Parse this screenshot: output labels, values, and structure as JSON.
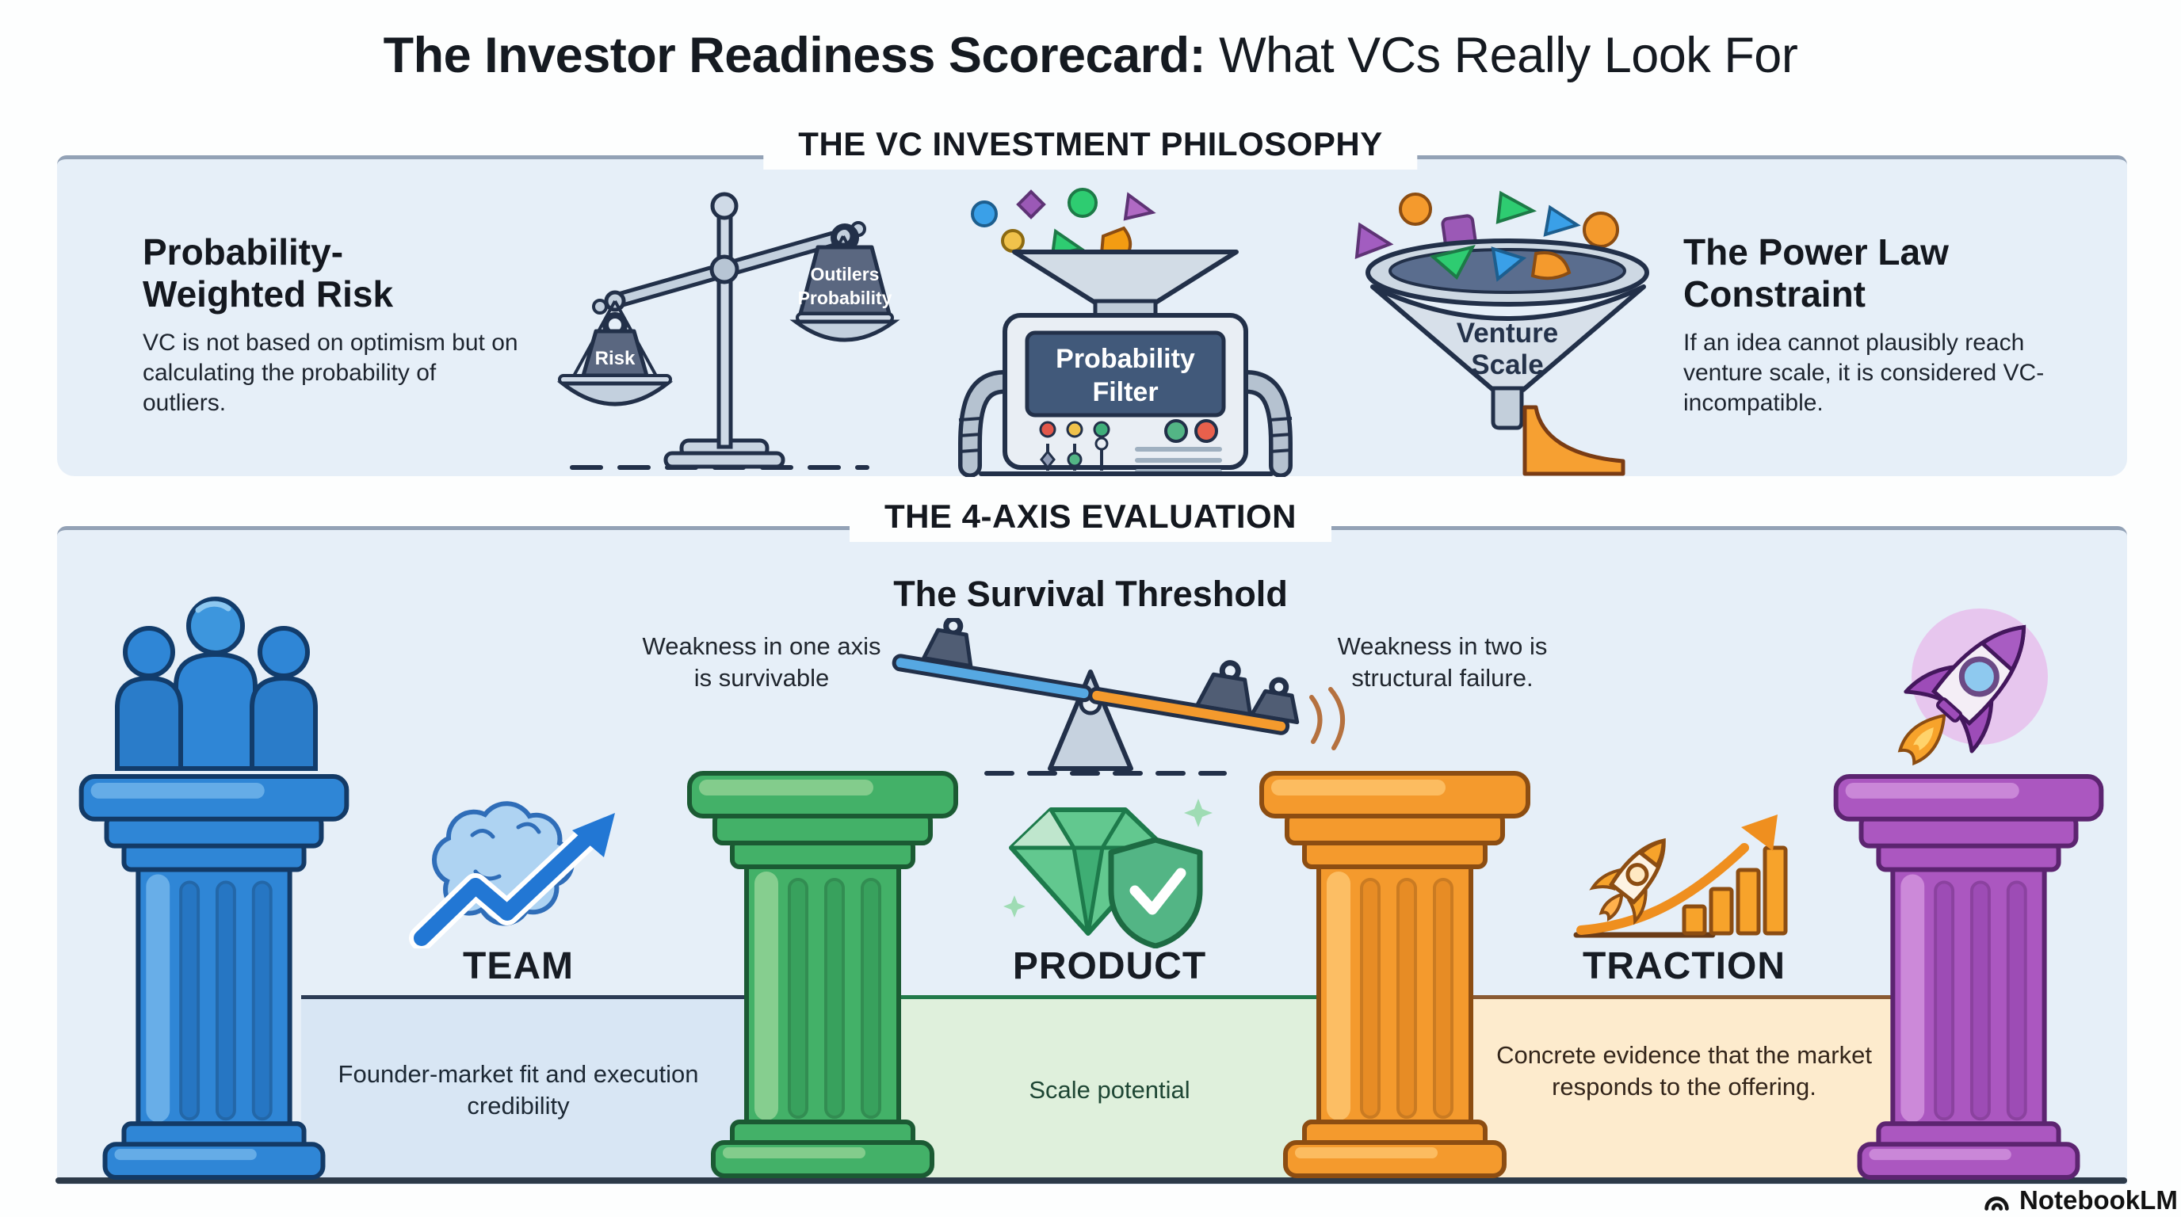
{
  "page": {
    "title_bold": "The Investor Readiness Scorecard:",
    "title_regular": " What VCs Really Look For"
  },
  "philosophy": {
    "header": "THE VC INVESTMENT PHILOSOPHY",
    "left": {
      "heading_line1": "Probability-",
      "heading_line2": "Weighted Risk",
      "body": "VC is not based on optimism but on calculating the probability of outliers."
    },
    "scale": {
      "left_weight": "Risk",
      "right_weight_line1": "Outilers",
      "right_weight_line2": "Probability"
    },
    "machine": {
      "label_line1": "Probability",
      "label_line2": "Filter"
    },
    "funnel": {
      "label_line1": "Venture",
      "label_line2": "Scale"
    },
    "right": {
      "heading_line1": "The Power Law",
      "heading_line2": "Constraint",
      "body": "If an idea cannot plausibly reach venture scale, it is considered VC-incompatible."
    }
  },
  "evaluation": {
    "header": "THE 4-AXIS EVALUATION",
    "subheader": "The Survival Threshold",
    "seesaw": {
      "left_note": "Weakness in one axis is survivable",
      "right_note": "Weakness in two is structural failure."
    },
    "axes": [
      {
        "label": "TEAM",
        "description": "Founder-market fit and execution credibility"
      },
      {
        "label": "PRODUCT",
        "description": "Scale potential"
      },
      {
        "label": "TRACTION",
        "description": "Concrete evidence that the market responds to the offering."
      }
    ]
  },
  "footer": {
    "brand": "NotebookLM"
  },
  "colors": {
    "panel_bg": "#e6eff8",
    "panel_border": "#93a2b6",
    "pillar_team": "#2f86d6",
    "pillar_product": "#43b168",
    "pillar_traction": "#f49a2d",
    "pillar_fourth": "#ab57c0",
    "band_team": "#d8e6f4",
    "band_product": "#dff0dc",
    "band_traction": "#fdebcd",
    "seesaw_left_plank": "#56a8e2",
    "seesaw_right_plank": "#f49a2d",
    "ground": "#2d3a49"
  }
}
